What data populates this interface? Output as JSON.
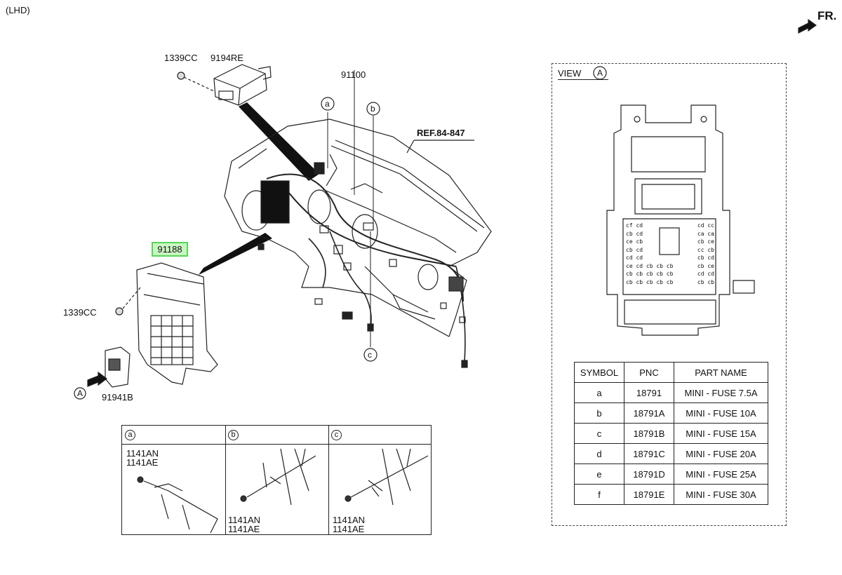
{
  "header": {
    "drive_side": "(LHD)",
    "front_indicator": "FR."
  },
  "callouts": {
    "bracket_bolt_top": "1339CC",
    "module_top": "9194RE",
    "main_harness": "91100",
    "ref": "REF.84-847",
    "junction_box_highlighted": "91188",
    "bracket_bolt_left": "1339CC",
    "connector_bottom": "91941B",
    "detail_a_marker": "a",
    "detail_b_marker": "b",
    "detail_c_marker": "c",
    "view_arrow_marker": "A"
  },
  "view_panel": {
    "title": "VIEW",
    "marker": "A"
  },
  "parts_table": {
    "headers": [
      "SYMBOL",
      "PNC",
      "PART NAME"
    ],
    "rows": [
      [
        "a",
        "18791",
        "MINI - FUSE 7.5A"
      ],
      [
        "b",
        "18791A",
        "MINI - FUSE 10A"
      ],
      [
        "c",
        "18791B",
        "MINI - FUSE 15A"
      ],
      [
        "d",
        "18791C",
        "MINI - FUSE 20A"
      ],
      [
        "e",
        "18791D",
        "MINI - FUSE 25A"
      ],
      [
        "f",
        "18791E",
        "MINI - FUSE 30A"
      ]
    ]
  },
  "details": [
    {
      "marker": "a",
      "labels": [
        "1141AN",
        "1141AE"
      ]
    },
    {
      "marker": "b",
      "labels": [
        "1141AN",
        "1141AE"
      ]
    },
    {
      "marker": "c",
      "labels": [
        "1141AN",
        "1141AE"
      ]
    }
  ],
  "fuse_grid_rows": [
    [
      "cf cd",
      "cd cc"
    ],
    [
      "cb cd",
      "ca ca"
    ],
    [
      "ce cb",
      "cb ce"
    ],
    [
      "cb cd",
      "cc cb"
    ],
    [
      "cd cd",
      "cb cd"
    ],
    [
      "ce cd cb cb cb",
      "cb ce"
    ],
    [
      "cb cb cb cb cb",
      "cd cd"
    ],
    [
      "cb cb cb cb cb",
      "cb cb"
    ]
  ]
}
